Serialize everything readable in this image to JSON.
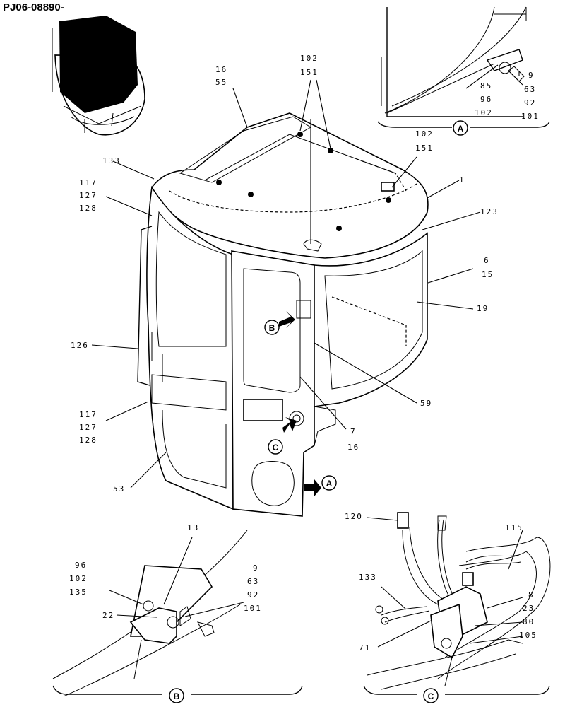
{
  "doc_id": "PJ06-08890-",
  "views": {
    "main": {
      "labels": [
        {
          "id": "l-16-55",
          "lines": [
            "16",
            "55"
          ]
        },
        {
          "id": "l-102-151-top",
          "lines": [
            "102",
            "151"
          ]
        },
        {
          "id": "l-102-151-right",
          "lines": [
            "102",
            "151"
          ]
        },
        {
          "id": "l-133",
          "lines": [
            "133"
          ]
        },
        {
          "id": "l-117-127-128-top",
          "lines": [
            "117",
            "127",
            "128"
          ]
        },
        {
          "id": "l-1",
          "lines": [
            "1"
          ]
        },
        {
          "id": "l-123",
          "lines": [
            "123"
          ]
        },
        {
          "id": "l-6-15",
          "lines": [
            "6",
            "15"
          ]
        },
        {
          "id": "l-19",
          "lines": [
            "19"
          ]
        },
        {
          "id": "l-126",
          "lines": [
            "126"
          ]
        },
        {
          "id": "l-59",
          "lines": [
            "59"
          ]
        },
        {
          "id": "l-117-127-128-bot",
          "lines": [
            "117",
            "127",
            "128"
          ]
        },
        {
          "id": "l-7-16",
          "lines": [
            "7",
            "16"
          ]
        },
        {
          "id": "l-53",
          "lines": [
            "53"
          ]
        }
      ],
      "callouts": [
        "B",
        "C",
        "A"
      ]
    },
    "detail_a": {
      "caption": "A",
      "labels": [
        {
          "id": "a-85-96-102",
          "lines": [
            "85",
            "96",
            "102"
          ]
        },
        {
          "id": "a-9-63-92-101",
          "lines": [
            "9",
            "63",
            "92",
            "101"
          ]
        }
      ]
    },
    "detail_b": {
      "caption": "B",
      "labels": [
        {
          "id": "b-13",
          "lines": [
            "13"
          ]
        },
        {
          "id": "b-96-102-135",
          "lines": [
            "96",
            "102",
            "135"
          ]
        },
        {
          "id": "b-9-63-92-101",
          "lines": [
            "9",
            "63",
            "92",
            "101"
          ]
        },
        {
          "id": "b-22",
          "lines": [
            "22"
          ]
        }
      ]
    },
    "detail_c": {
      "caption": "C",
      "labels": [
        {
          "id": "c-120",
          "lines": [
            "120"
          ]
        },
        {
          "id": "c-115",
          "lines": [
            "115"
          ]
        },
        {
          "id": "c-133",
          "lines": [
            "133"
          ]
        },
        {
          "id": "c-8-23-80-105",
          "lines": [
            "8",
            "23",
            "80",
            "105"
          ]
        },
        {
          "id": "c-71",
          "lines": [
            "71"
          ]
        }
      ]
    }
  }
}
